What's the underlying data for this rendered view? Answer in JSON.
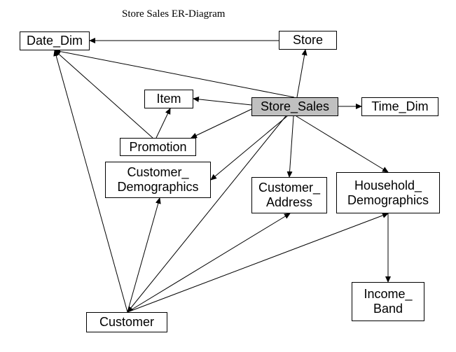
{
  "title": "Store Sales ER-Diagram",
  "entities": {
    "date_dim": "Date_Dim",
    "store": "Store",
    "item": "Item",
    "store_sales": "Store_Sales",
    "time_dim": "Time_Dim",
    "promotion": "Promotion",
    "customer_demographics": "Customer_\nDemographics",
    "customer_address": "Customer_\nAddress",
    "household_demographics": "Household_\nDemographics",
    "income_band": "Income_\nBand",
    "customer": "Customer"
  },
  "relationships": [
    {
      "from": "store",
      "to": "date_dim"
    },
    {
      "from": "store_sales",
      "to": "date_dim"
    },
    {
      "from": "store_sales",
      "to": "store"
    },
    {
      "from": "store_sales",
      "to": "item"
    },
    {
      "from": "store_sales",
      "to": "time_dim"
    },
    {
      "from": "store_sales",
      "to": "promotion"
    },
    {
      "from": "store_sales",
      "to": "customer_demographics"
    },
    {
      "from": "store_sales",
      "to": "customer_address"
    },
    {
      "from": "store_sales",
      "to": "household_demographics"
    },
    {
      "from": "store_sales",
      "to": "customer"
    },
    {
      "from": "promotion",
      "to": "item"
    },
    {
      "from": "promotion",
      "to": "date_dim"
    },
    {
      "from": "customer",
      "to": "date_dim"
    },
    {
      "from": "customer",
      "to": "customer_demographics"
    },
    {
      "from": "customer",
      "to": "customer_address"
    },
    {
      "from": "customer",
      "to": "household_demographics"
    },
    {
      "from": "household_demographics",
      "to": "income_band"
    }
  ]
}
